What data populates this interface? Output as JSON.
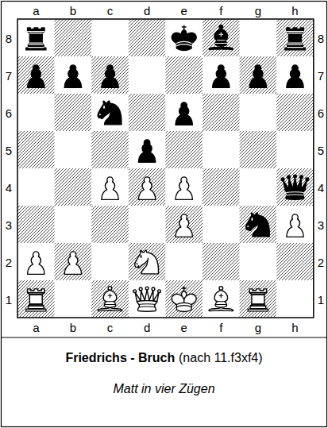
{
  "diagram": {
    "caption": "Matt in vier Zügen",
    "labels": [
      "a",
      "b",
      "c",
      "d",
      "e",
      "f",
      "g",
      "h",
      "8",
      "7",
      "6",
      "5",
      "4",
      "3",
      "2",
      "1",
      "8",
      "7",
      "6",
      "5",
      "4",
      "3",
      "2",
      "1",
      "a",
      "b",
      "c",
      "d",
      "e",
      "f",
      "g",
      "h",
      "Friedrichs - Bruch",
      "(nach 11.f3xf4)"
    ]
  }
}
